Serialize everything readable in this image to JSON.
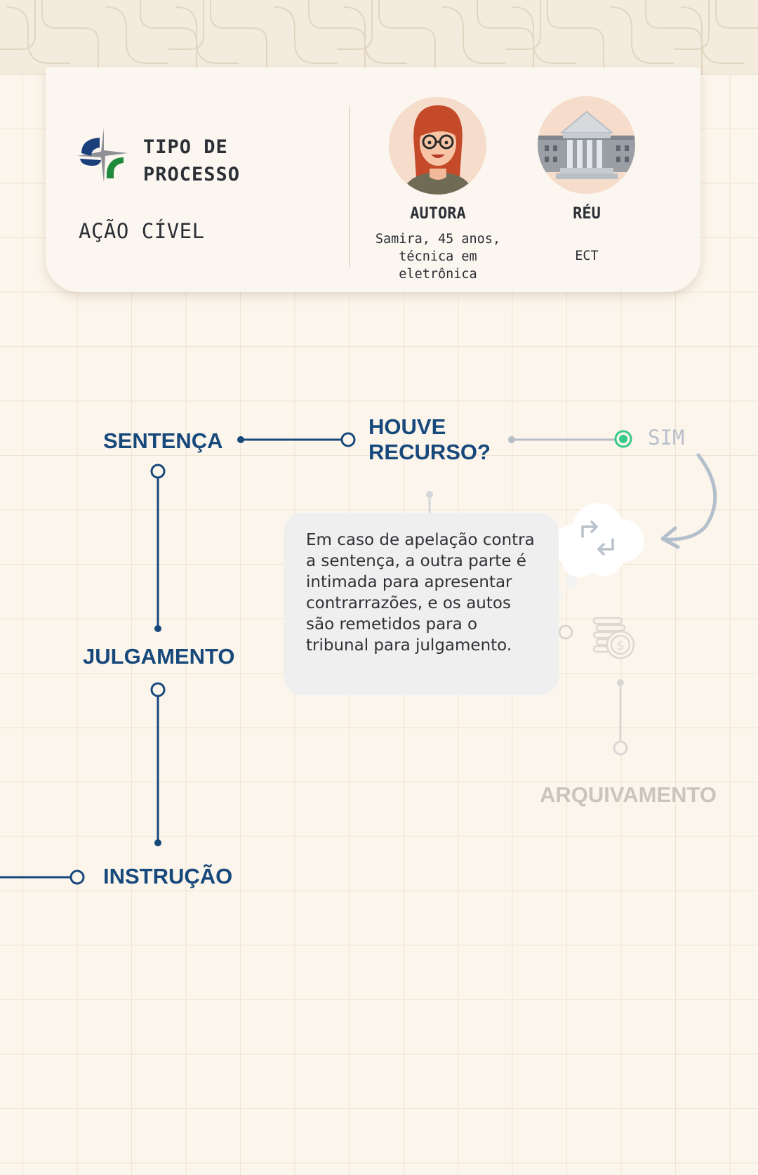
{
  "card": {
    "type_title": "TIPO DE PROCESSO",
    "type_value": "AÇÃO CÍVEL",
    "parties": [
      {
        "role": "AUTORA",
        "description": "Samira, 45 anos, técnica em eletrônica",
        "avatar_icon": "woman-glasses-icon"
      },
      {
        "role": "RÉU",
        "description": "ECT",
        "avatar_icon": "courthouse-building-icon"
      }
    ]
  },
  "flow": {
    "nodes": {
      "sentenca": "SENTENÇA",
      "houve_recurso": "HOUVE RECURSO?",
      "julgamento": "JULGAMENTO",
      "instrucao": "INSTRUÇÃO",
      "arquivamento": "ARQUIVAMENTO"
    },
    "sim_label": "SIM",
    "tooltip": "Em caso de apelação contra a sentença, a outra parte é intimada para apresentar contrarrazões, e os autos são remetidos para o tribunal para julgamento."
  },
  "colors": {
    "primary": "#17487c",
    "active": "#36c98a",
    "faded": "#c9c4bd",
    "background": "#fcf5eb",
    "card": "#fbf6ef",
    "logo_blue": "#1a3f7a",
    "logo_green": "#1f8a3c",
    "logo_gray": "#8e9095"
  }
}
